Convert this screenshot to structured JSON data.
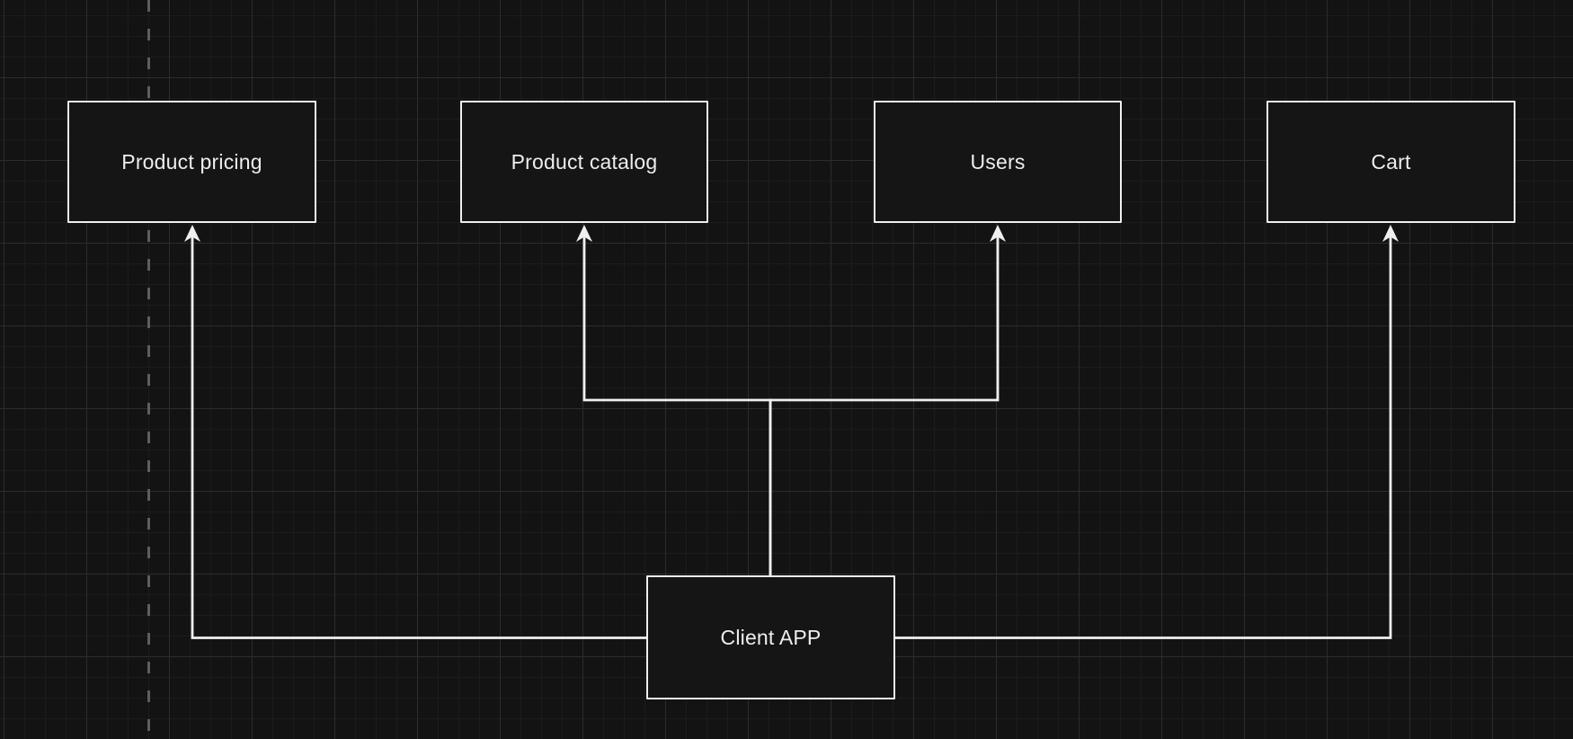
{
  "canvas": {
    "background_color": "#131313",
    "grid_minor_color": "#1c1c1c",
    "grid_major_color": "#2c2c2c",
    "stroke_color": "#efefef",
    "text_color": "#ededed",
    "dashed_guide_color": "#5e5e5e"
  },
  "diagram": {
    "nodes": [
      {
        "id": "product-pricing",
        "label": "Product pricing"
      },
      {
        "id": "product-catalog",
        "label": "Product catalog"
      },
      {
        "id": "users",
        "label": "Users"
      },
      {
        "id": "cart",
        "label": "Cart"
      },
      {
        "id": "client-app",
        "label": "Client APP"
      }
    ],
    "edges": [
      {
        "from": "client-app",
        "to": "product-pricing",
        "arrow": "triangle"
      },
      {
        "from": "client-app",
        "to": "product-catalog",
        "arrow": "triangle"
      },
      {
        "from": "client-app",
        "to": "users",
        "arrow": "triangle"
      },
      {
        "from": "client-app",
        "to": "cart",
        "arrow": "triangle"
      }
    ]
  }
}
